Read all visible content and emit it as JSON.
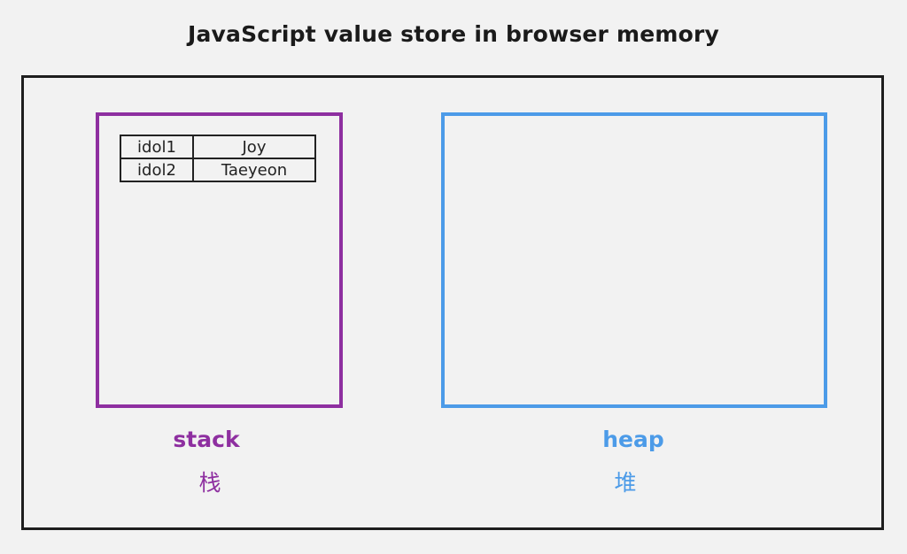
{
  "title": "JavaScript value store in browser memory",
  "stack": {
    "label": "stack",
    "label_zh": "栈",
    "color": "#8e2fa0",
    "rows": [
      {
        "name": "idol1",
        "value": "Joy"
      },
      {
        "name": "idol2",
        "value": "Taeyeon"
      }
    ]
  },
  "heap": {
    "label": "heap",
    "label_zh": "堆",
    "color": "#4c9be8"
  },
  "frame_color": "#1e1e1e"
}
